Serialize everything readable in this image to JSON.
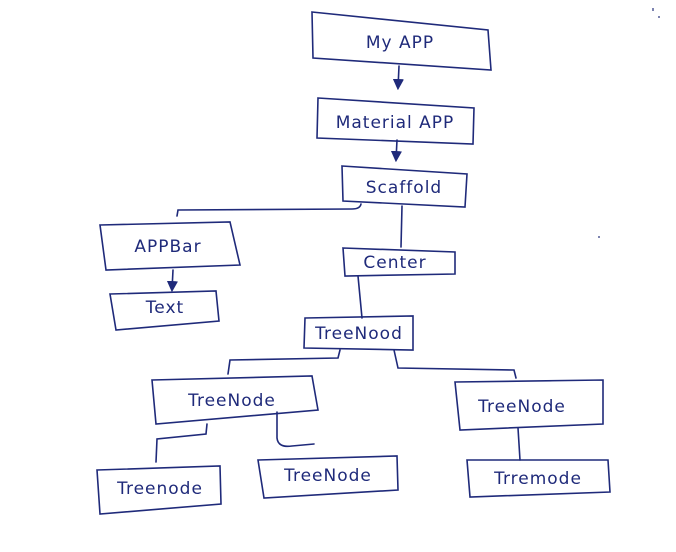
{
  "diagram": {
    "type": "widget-tree",
    "ink_color": "#1f2a7a",
    "nodes": {
      "my_app": "My APP",
      "material_app": "Material APP",
      "scaffold": "Scaffold",
      "app_bar": "APPBar",
      "text": "Text",
      "center": "Center",
      "tree_nood": "TreeNood",
      "tree_node_left": "TreeNode",
      "tree_node_right": "TreeNode",
      "treenode_leaf_1": "Treenode",
      "treenode_leaf_2": "TreeNode",
      "trremode_leaf": "Trremode"
    },
    "edges": [
      [
        "my_app",
        "material_app"
      ],
      [
        "material_app",
        "scaffold"
      ],
      [
        "scaffold",
        "app_bar"
      ],
      [
        "scaffold",
        "center"
      ],
      [
        "app_bar",
        "text"
      ],
      [
        "center",
        "tree_nood"
      ],
      [
        "tree_nood",
        "tree_node_left"
      ],
      [
        "tree_nood",
        "tree_node_right"
      ],
      [
        "tree_node_left",
        "treenode_leaf_1"
      ],
      [
        "tree_node_left",
        "treenode_leaf_2"
      ],
      [
        "tree_node_right",
        "trremode_leaf"
      ]
    ]
  }
}
